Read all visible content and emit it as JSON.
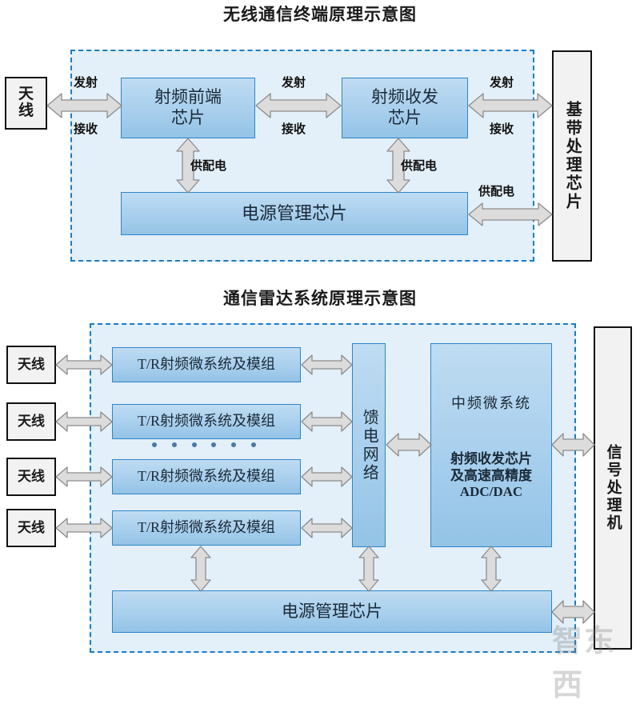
{
  "figure": {
    "watermark": "智东西"
  },
  "diagram1": {
    "title": "无线通信终端原理示意图",
    "antenna": "天线",
    "baseband": "基带处理芯片",
    "blocks": {
      "rf_frontend": "射频前端\n芯片",
      "rf_frontend_line1": "射频前端",
      "rf_frontend_line2": "芯片",
      "rf_transceiver_line1": "射频收发",
      "rf_transceiver_line2": "芯片",
      "power_mgmt": "电源管理芯片"
    },
    "labels": {
      "transmit": "发射",
      "receive": "接收",
      "power_supply": "供配电"
    }
  },
  "diagram2": {
    "title": "通信雷达系统原理示意图",
    "antenna": "天线",
    "signal_processor": "信号处理机",
    "tr_module": "T/R射频微系统及模组",
    "feed_network": "馈电网络",
    "if_subsystem": {
      "heading": "中频微系统",
      "line1": "射频收发芯片",
      "line2": "及高速高精度",
      "line3": "ADC/DAC"
    },
    "power_mgmt": "电源管理芯片",
    "antennas": [
      "天线",
      "天线",
      "天线",
      "天线"
    ],
    "tr_modules": [
      "T/R射频微系统及模组",
      "T/R射频微系统及模组",
      "T/R射频微系统及模组",
      "T/R射频微系统及模组"
    ],
    "ellipsis_dots": 6
  },
  "colors": {
    "accent_blue": "#2e86c8",
    "dashed_border": "#1b7cc0",
    "panel_fill": "#e3eff9",
    "block_fill": "#a8cfed",
    "arrow_fill": "#dcdcdc",
    "arrow_stroke": "#8c8c8c",
    "external_border": "#111111",
    "external_fill": "#f2f2f2"
  }
}
